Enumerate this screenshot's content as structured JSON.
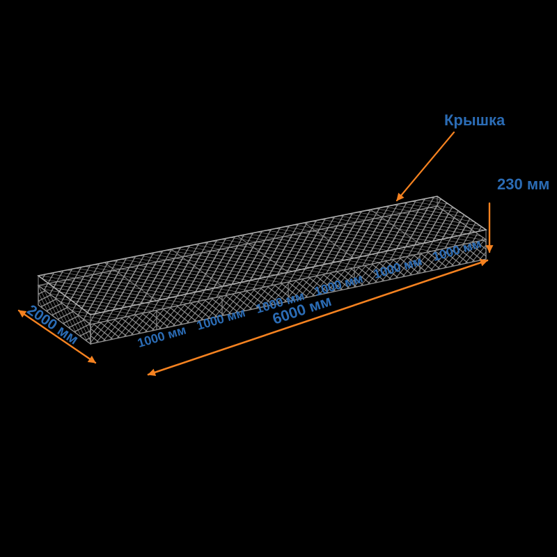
{
  "labels": {
    "lid": "Крышка"
  },
  "dimensions": {
    "height": "230 мм",
    "width": "2000 мм",
    "length": "6000 мм",
    "cells": [
      "1000 мм",
      "1000 мм",
      "1000 мм",
      "1000 мм",
      "1000 мм",
      "1000 мм"
    ]
  },
  "colors": {
    "label_blue": "#2b6cb5",
    "dimension_orange": "#f58220",
    "mesh_gray": "#a0a0a0",
    "background": "#000000"
  }
}
